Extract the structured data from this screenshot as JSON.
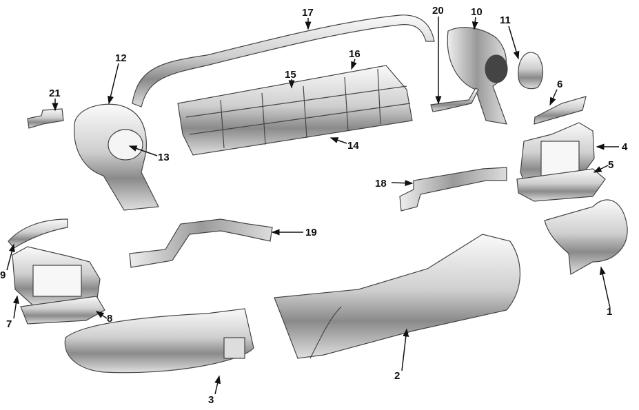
{
  "diagram": {
    "type": "exploded-parts",
    "callouts": [
      "1",
      "2",
      "3",
      "4",
      "5",
      "6",
      "7",
      "8",
      "9",
      "10",
      "11",
      "12",
      "13",
      "14",
      "15",
      "16",
      "17",
      "18",
      "19",
      "20",
      "21"
    ]
  },
  "colors": {
    "part_light": "#f2f2f2",
    "part_mid": "#b8b8b8",
    "part_dark": "#555555",
    "text": "#111111"
  }
}
